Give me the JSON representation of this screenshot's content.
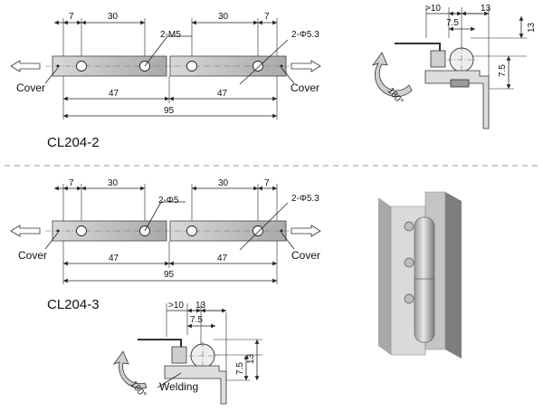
{
  "top_drawing": {
    "model": "CL204-2",
    "dims": {
      "d7_left": "7",
      "d30_left": "30",
      "d30_right": "30",
      "d7_right": "7",
      "d47_left": "47",
      "d47_right": "47",
      "d95": "95"
    },
    "hole_note_left": "2-M5",
    "hole_note_right": "2-Φ5.3",
    "cover_left": "Cover",
    "cover_right": "Cover",
    "side_dims": {
      "gt10": ">10",
      "d13": "13",
      "d7_5_horizontal": "7.5",
      "d13_vertical": "13",
      "d7_5_vertical": "7.5"
    },
    "rotation": "180°"
  },
  "bottom_drawing": {
    "model": "CL204-3",
    "dims": {
      "d7_left": "7",
      "d30_left": "30",
      "d30_right": "30",
      "d7_right": "7",
      "d47_left": "47",
      "d47_right": "47",
      "d95": "95"
    },
    "hole_note_left": "2-Φ5",
    "hole_note_right": "2-Φ5.3",
    "cover_left": "Cover",
    "cover_right": "Cover",
    "side_dims": {
      "gt10": ">10",
      "d13": "13",
      "d7_5_horizontal": "7.5",
      "d13_vertical": "13",
      "d7_5_vertical": "7.5"
    },
    "rotation": "180°",
    "welding": "Welding"
  },
  "colors": {
    "line": "#222222",
    "metal_light": "#e6e6e6",
    "metal_mid": "#b5b5b5",
    "metal_dark": "#8a8a8a"
  }
}
